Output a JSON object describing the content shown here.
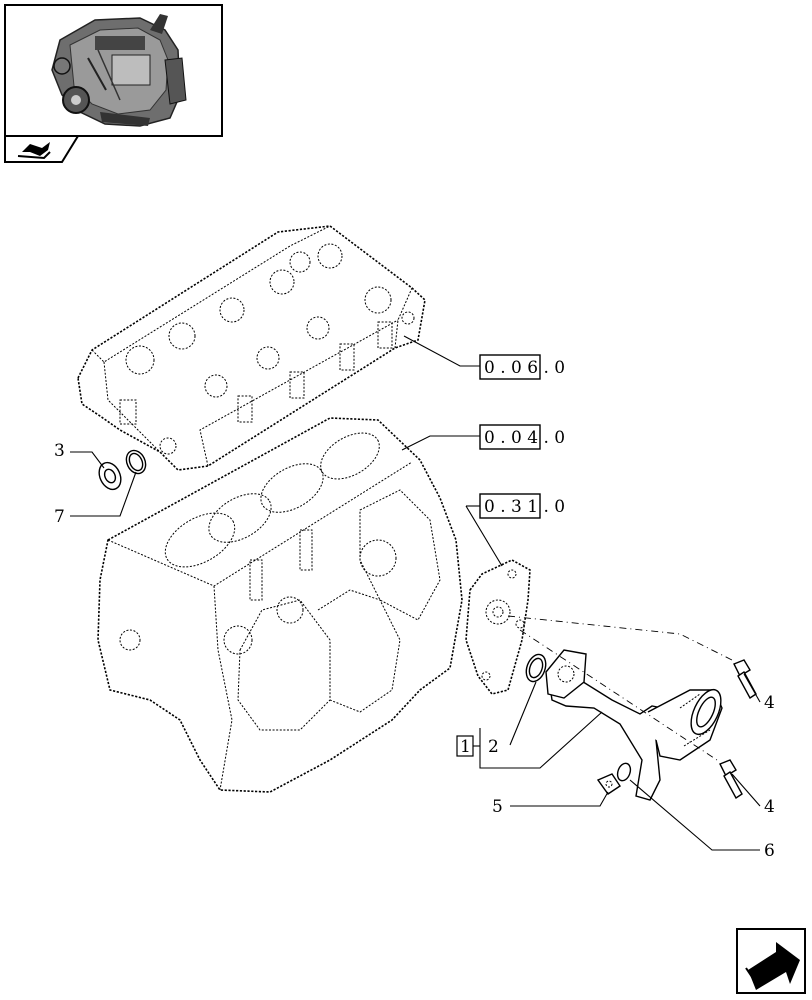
{
  "sheet": {
    "thumbnail_icon": "engine-thumbnail-icon",
    "thumbnail_tab_icon": "arrow-tab-icon",
    "nav_icon": "next-page-arrow-icon"
  },
  "references": {
    "cylinder_head": "0 . 0 6 . 0",
    "cylinder_block": "0 . 0 4 . 0",
    "oil_pump": "0 . 3 1 . 0"
  },
  "callouts": {
    "bracket": "1",
    "n2": "2",
    "n3": "3",
    "n4a": "4",
    "n4b": "4",
    "n5": "5",
    "n6": "6",
    "n7": "7"
  }
}
